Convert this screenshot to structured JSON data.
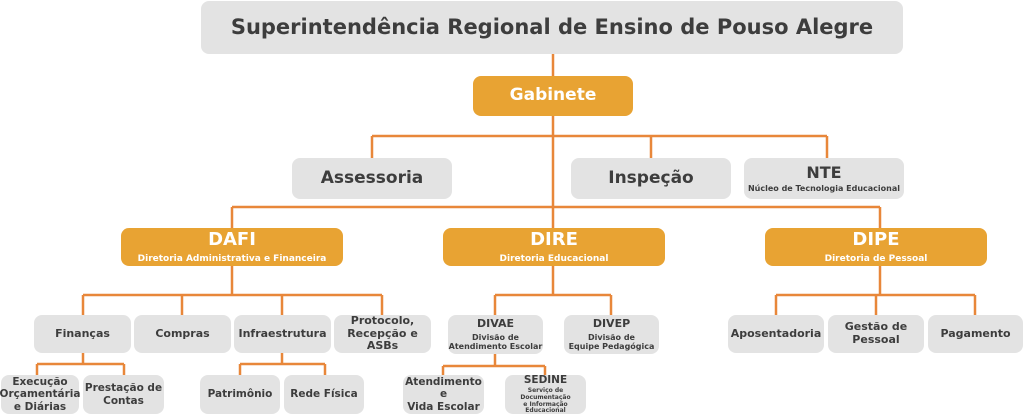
{
  "colors": {
    "accent": "#e8a333",
    "connector": "#e8873a",
    "box": "#e3e3e3",
    "text": "#3d3d3d"
  },
  "root": {
    "title": "Superintendência Regional de Ensino de Pouso Alegre"
  },
  "gabinete": {
    "title": "Gabinete"
  },
  "staff": {
    "assessoria": {
      "title": "Assessoria"
    },
    "inspecao": {
      "title": "Inspeção"
    },
    "nte": {
      "title": "NTE",
      "subtitle": "Núcleo de Tecnologia Educacional"
    }
  },
  "directorates": {
    "dafi": {
      "title": "DAFI",
      "subtitle": "Diretoria Administrativa e Financeira",
      "units": {
        "financas": "Finanças",
        "compras": "Compras",
        "infraestrutura": "Infraestrutura",
        "protocolo": "Protocolo,\nRecepção e ASBs"
      },
      "financas_units": {
        "execucao": "Execução\nOrçamentária\ne Diárias",
        "prestacao": "Prestação de\nContas"
      },
      "infra_units": {
        "patrimonio": "Patrimônio",
        "rede": "Rede Física"
      }
    },
    "dire": {
      "title": "DIRE",
      "subtitle": "Diretoria Educacional",
      "divae": {
        "title": "DIVAE",
        "subtitle": "Divisão de\nAtendimento Escolar"
      },
      "divep": {
        "title": "DIVEP",
        "subtitle": "Divisão de\nEquipe Pedagógica"
      },
      "divae_units": {
        "atendimento": "Atendimento e\nVida Escolar",
        "sedine": {
          "title": "SEDINE",
          "subtitle": "Serviço de Documentação\ne Informação Educacional"
        }
      }
    },
    "dipe": {
      "title": "DIPE",
      "subtitle": "Diretoria de Pessoal",
      "units": {
        "aposentadoria": "Aposentadoria",
        "gestao": "Gestão de\nPessoal",
        "pagamento": "Pagamento"
      }
    }
  }
}
